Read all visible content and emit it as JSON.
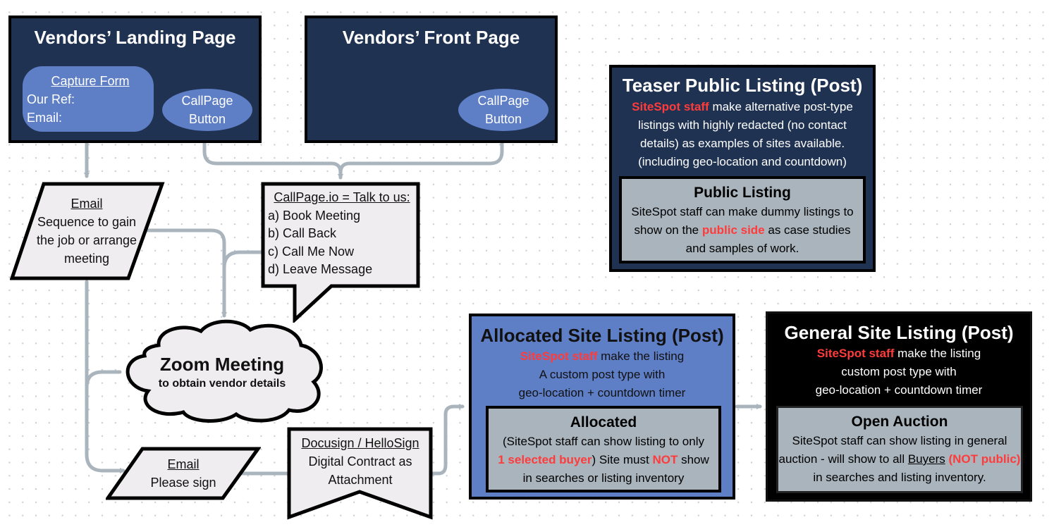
{
  "landing_page": {
    "title": "Vendors’ Landing Page",
    "capture_form": {
      "title": "Capture Form",
      "fields": [
        "Our Ref:",
        "Email:"
      ]
    },
    "callpage_button": [
      "CallPage",
      "Button"
    ]
  },
  "front_page": {
    "title": "Vendors’ Front Page",
    "callpage_button": [
      "CallPage",
      "Button"
    ]
  },
  "teaser": {
    "title": "Teaser Public Listing (Post)",
    "highlight": "SiteSpot staff",
    "desc_rest": " make alternative post-type listings with highly redacted (no contact details) as examples of sites available. (including geo-location and countdown)",
    "inner": {
      "title": "Public Listing",
      "text_before": "SiteSpot staff can make dummy listings to show on the ",
      "highlight": "public side",
      "text_after": " as case studies and samples of work."
    }
  },
  "email_sequence": {
    "title": "Email",
    "lines": [
      "Sequence to gain",
      "the job or arrange",
      "meeting"
    ]
  },
  "callpage_callout": {
    "title": "CallPage.io = Talk to us:",
    "options": [
      "a) Book Meeting",
      "b) Call Back",
      "c) Call Me Now",
      "d) Leave Message"
    ]
  },
  "zoom_meeting": {
    "title": "Zoom Meeting",
    "subtitle": "to obtain vendor details"
  },
  "email_sign": {
    "title": "Email",
    "text": "Please sign"
  },
  "docusign": {
    "title": "Docusign / HelloSign",
    "lines": [
      "Digital Contract as",
      "Attachment"
    ]
  },
  "allocated": {
    "title": "Allocated Site Listing (Post)",
    "highlight": "SiteSpot staff",
    "line1_rest": " make the listing",
    "lines": [
      "A custom post type with",
      "geo-location + countdown timer"
    ],
    "inner": {
      "title": "Allocated",
      "line1": "(SiteSpot staff can show listing to only",
      "highlight1": "1 selected buyer",
      "mid": ") Site must ",
      "highlight2": "NOT",
      "after": " show",
      "line3": "in searches or listing inventory"
    }
  },
  "general": {
    "title": "General Site Listing (Post)",
    "highlight": "SiteSpot staff",
    "line1_rest": " make the listing",
    "lines": [
      "custom post type with",
      "geo-location + countdown timer"
    ],
    "inner": {
      "title": "Open Auction",
      "line1": "SiteSpot staff can show listing in general",
      "line2_before": "auction - will show to all ",
      "line2_underline": "Buyers",
      "highlight": " (NOT public)",
      "line3_rest": " in searches and listing inventory."
    }
  },
  "colors": {
    "navy": "#1f3252",
    "blue_box": "#5e7ec6",
    "gray_inner": "#a9b4bd",
    "shape_fill": "#efedef",
    "connector": "#a9b4bd",
    "highlight_red": "#ff3b3b"
  }
}
